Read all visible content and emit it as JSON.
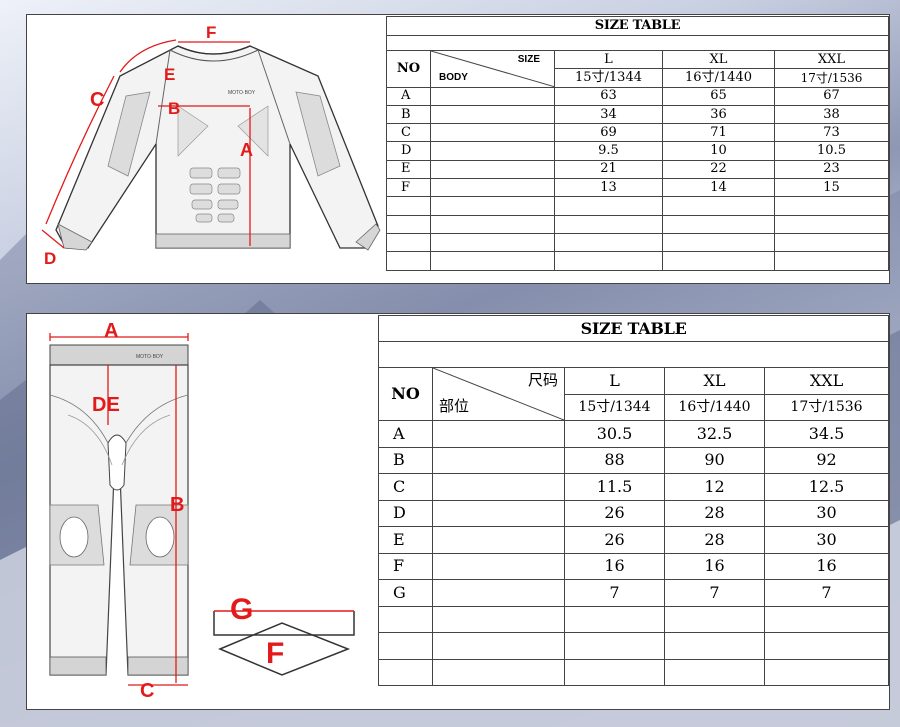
{
  "top_table": {
    "title": "SIZE TABLE",
    "no_label": "NO",
    "size_label": "SIZE",
    "body_label": "BODY",
    "sizes": [
      "L",
      "XL",
      "XXL"
    ],
    "size_codes": [
      "15寸/1344",
      "16寸/1440",
      "17寸/1536"
    ],
    "rows": [
      {
        "no": "A",
        "values": [
          "63",
          "65",
          "67"
        ]
      },
      {
        "no": "B",
        "values": [
          "34",
          "36",
          "38"
        ]
      },
      {
        "no": "C",
        "values": [
          "69",
          "71",
          "73"
        ]
      },
      {
        "no": "D",
        "values": [
          "9.5",
          "10",
          "10.5"
        ]
      },
      {
        "no": "E",
        "values": [
          "21",
          "22",
          "23"
        ]
      },
      {
        "no": "F",
        "values": [
          "13",
          "14",
          "15"
        ]
      }
    ]
  },
  "bottom_table": {
    "title": "SIZE TABLE",
    "no_label": "NO",
    "size_label": "尺码",
    "body_label": "部位",
    "sizes": [
      "L",
      "XL",
      "XXL"
    ],
    "size_codes": [
      "15寸/1344",
      "16寸/1440",
      "17寸/1536"
    ],
    "rows": [
      {
        "no": "A",
        "values": [
          "30.5",
          "32.5",
          "34.5"
        ]
      },
      {
        "no": "B",
        "values": [
          "88",
          "90",
          "92"
        ]
      },
      {
        "no": "C",
        "values": [
          "11.5",
          "12",
          "12.5"
        ]
      },
      {
        "no": "D",
        "values": [
          "26",
          "28",
          "30"
        ]
      },
      {
        "no": "E",
        "values": [
          "26",
          "28",
          "30"
        ]
      },
      {
        "no": "F",
        "values": [
          "16",
          "16",
          "16"
        ]
      },
      {
        "no": "G",
        "values": [
          "7",
          "7",
          "7"
        ]
      }
    ]
  },
  "shirt_diagram": {
    "brand": "MOTO·BOY",
    "labels": {
      "a": "A",
      "b": "B",
      "c": "C",
      "d": "D",
      "e": "E",
      "f": "F"
    }
  },
  "pants_diagram": {
    "brand": "MOTO·BOY",
    "labels": {
      "a": "A",
      "b": "B",
      "c": "C",
      "de": "DE",
      "g": "G",
      "f": "F"
    }
  },
  "colors": {
    "accent": "#e21a1a",
    "line": "#444444",
    "garment": "#f4f4f4"
  }
}
